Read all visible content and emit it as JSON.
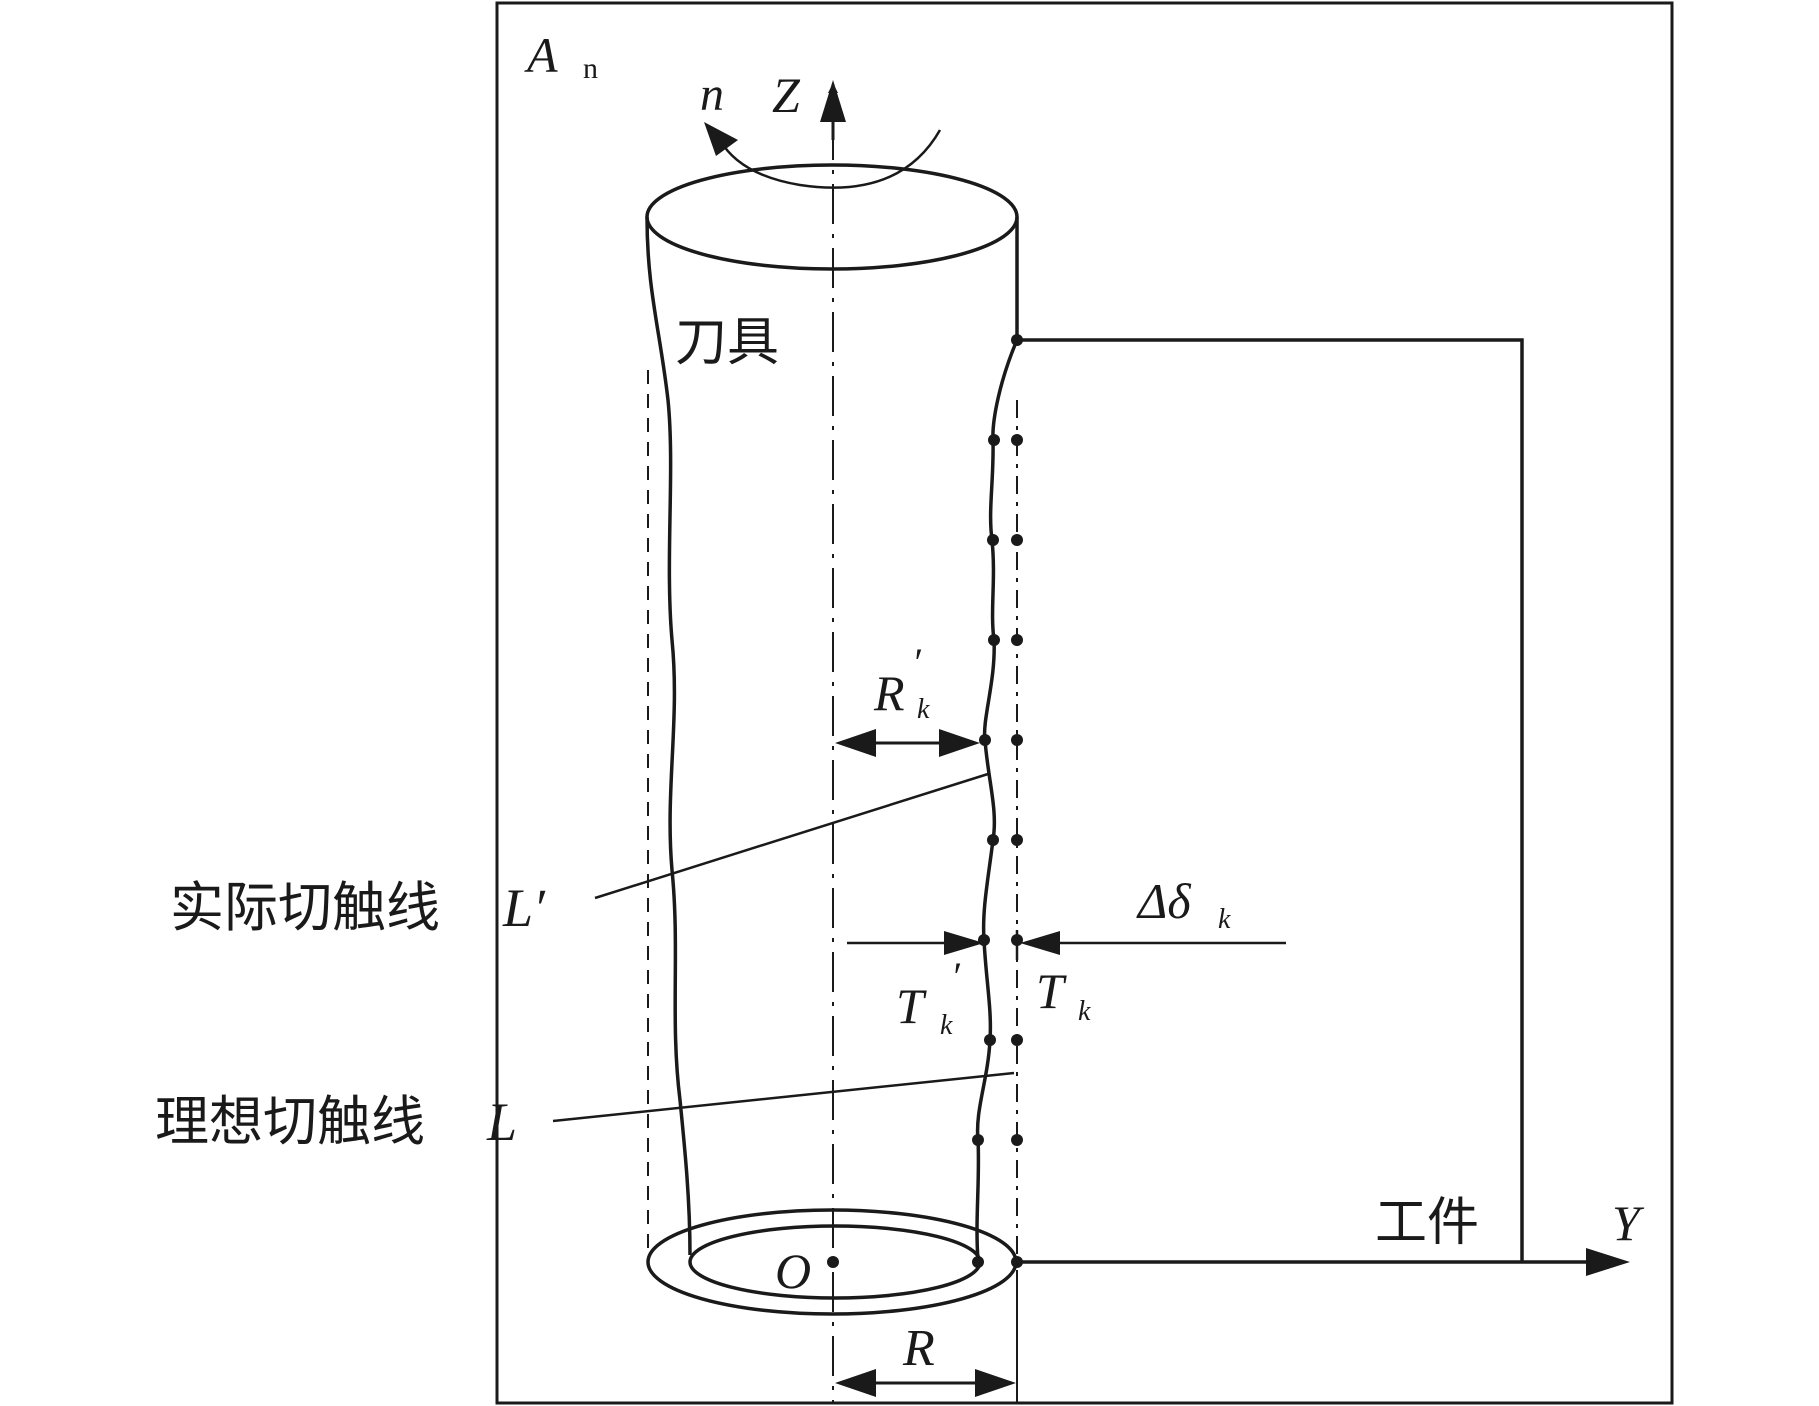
{
  "labels": {
    "plane": "A",
    "plane_sub": "n",
    "rotation": "n",
    "z_axis": "Z",
    "y_axis": "Y",
    "origin": "O",
    "tool": "刀具",
    "workpiece": "工件",
    "actual_line": "实际切触线",
    "actual_line_symbol": "L′",
    "ideal_line": "理想切触线",
    "ideal_line_symbol": "L",
    "rk_main": "R",
    "rk_prime": "′",
    "rk_sub": "k",
    "r": "R",
    "delta_main": "Δδ",
    "delta_sub": "k",
    "tk_prime_main": "T",
    "tk_prime_prime": "′",
    "tk_prime_sub": "k",
    "tk_main": "T",
    "tk_sub": "k"
  },
  "colors": {
    "ink": "#1a1a1a",
    "background": "#ffffff"
  }
}
